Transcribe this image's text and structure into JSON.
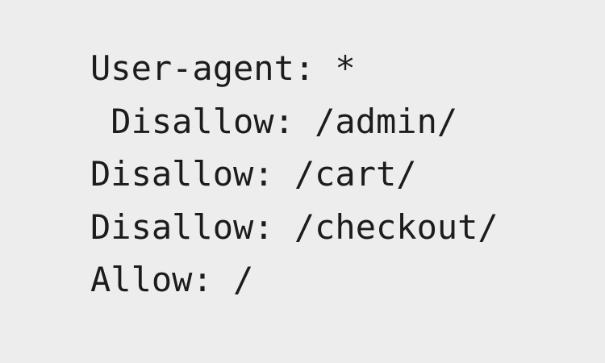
{
  "document": {
    "kind": "robots-txt-plain-text",
    "background_color": "#ededed",
    "text_color": "#1c1c1c",
    "lines": [
      {
        "text": "User-agent: *"
      },
      {
        "text": " Disallow: /admin/"
      },
      {
        "text": "Disallow: /cart/"
      },
      {
        "text": "Disallow: /checkout/"
      },
      {
        "text": "Allow: /"
      }
    ]
  }
}
